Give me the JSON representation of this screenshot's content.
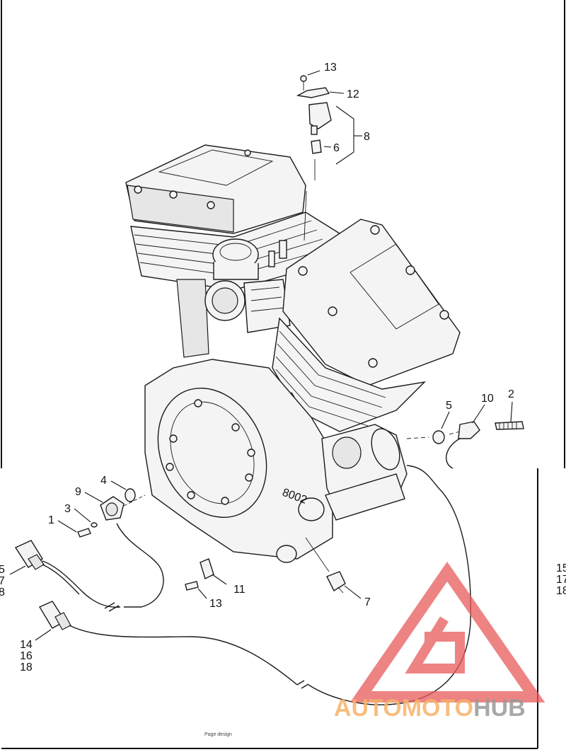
{
  "footer_note": "Page design",
  "watermark": {
    "text_prefix": "AUTOMOTO",
    "text_suffix": "HUB",
    "prefix_color": "#f6b36b",
    "suffix_color": "#9a9a9a",
    "logo_color": "#e85a5a"
  },
  "callouts": {
    "c13_top": "13",
    "c12": "12",
    "c8": "8",
    "c6": "6",
    "c2": "2",
    "c10": "10",
    "c5_right": "5",
    "c4": "4",
    "c9": "9",
    "c3": "3",
    "c1": "1",
    "c5_left": "5",
    "c7_left": "7",
    "c8_left": "8",
    "c11": "11",
    "c13_bottom": "13",
    "c7": "7",
    "c14": "14",
    "c16": "16",
    "c18": "18",
    "c15_right": "15",
    "c17_right": "17",
    "c18_right": "18"
  },
  "cast_mark": "8002"
}
